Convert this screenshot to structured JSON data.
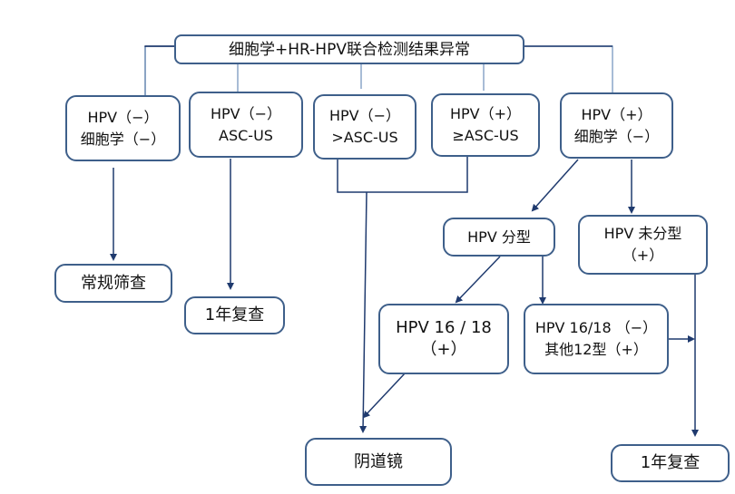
{
  "diagram": {
    "root": {
      "line1": "细胞学+HR-HPV联合检测结果异常"
    },
    "nodes": {
      "hpv_neg_cyto_neg": {
        "line1": "HPV（−）",
        "line2": "细胞学（−）"
      },
      "hpv_neg_ascus": {
        "line1": "HPV（−）",
        "line2": "ASC-US"
      },
      "hpv_neg_gt_ascus": {
        "line1": "HPV（−）",
        "line2": ">ASC-US"
      },
      "hpv_pos_ge_ascus": {
        "line1": "HPV（+）",
        "line2": "≥ASC-US"
      },
      "hpv_pos_cyto_neg": {
        "line1": "HPV（+）",
        "line2": "细胞学（−）"
      },
      "routine_screening": {
        "line1": "常规筛查"
      },
      "recheck_1yr_a": {
        "line1": "1年复查"
      },
      "hpv_genotyping": {
        "line1": "HPV  分型"
      },
      "hpv_not_genotyped": {
        "line1": "HPV 未分型",
        "line2": "（+）"
      },
      "hpv16_18_pos": {
        "line1": "HPV 16 / 18",
        "line2": "（+）"
      },
      "hpv16_18_neg_other12_pos": {
        "line1": "HPV  16/18  （−）",
        "line2": "其他12型（+）"
      },
      "colposcopy": {
        "line1": "阴道镜"
      },
      "recheck_1yr_b": {
        "line1": "1年复查"
      }
    },
    "colors": {
      "box_border": "#3e5f8a",
      "connector": "#8aa6c8",
      "arrow": "#1f3a6e"
    }
  }
}
